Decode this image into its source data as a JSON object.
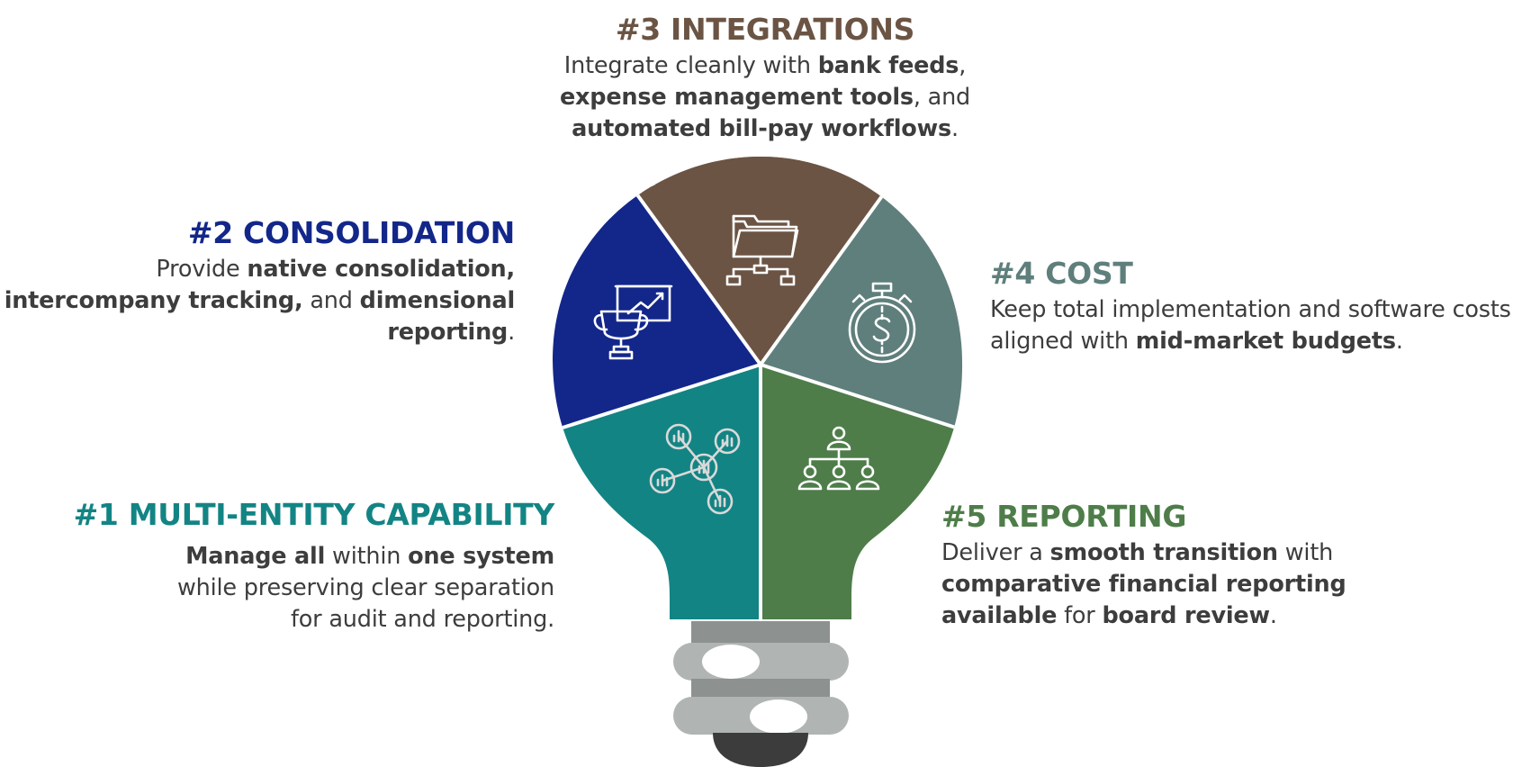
{
  "diagram": {
    "type": "lightbulb-pie",
    "segments": [
      {
        "id": "1",
        "color": "#138484",
        "icon": "network-chart-icon"
      },
      {
        "id": "2",
        "color": "#13278a",
        "icon": "trophy-presentation-icon"
      },
      {
        "id": "3",
        "color": "#6b5444",
        "icon": "folder-network-icon"
      },
      {
        "id": "4",
        "color": "#5f7f7c",
        "icon": "stopwatch-dollar-icon"
      },
      {
        "id": "5",
        "color": "#4e7d49",
        "icon": "org-chart-icon"
      }
    ],
    "base_colors": {
      "band_light": "#b0b5b4",
      "band_dark": "#8d9190",
      "cap": "#3c3c3c"
    }
  },
  "items": {
    "i3": {
      "title": "#3 INTEGRATIONS",
      "color": "#6b5444",
      "l1a": "Integrate cleanly with ",
      "l1b": "bank feeds",
      "l1c": ",",
      "l2a": "expense management tools",
      "l2b": ", and",
      "l3a": "automated bill-pay workflows",
      "l3b": "."
    },
    "i2": {
      "title": "#2 CONSOLIDATION",
      "color": "#13278a",
      "l1a": "Provide ",
      "l1b": "native consolidation,",
      "l2a": "intercompany tracking,",
      "l2b": " and ",
      "l2c": "dimensional",
      "l3a": "reporting",
      "l3b": "."
    },
    "i4": {
      "title": "#4 COST",
      "color": "#5f7f7c",
      "l1a": "Keep total implementation and software costs",
      "l2a": "aligned with ",
      "l2b": "mid-market budgets",
      "l2c": "."
    },
    "i1": {
      "title": "#1 MULTI-ENTITY CAPABILITY",
      "color": "#138484",
      "l1a": "Manage all",
      "l1b": " within ",
      "l1c": "one system",
      "l2a": "while preserving clear separation",
      "l3a": "for audit and reporting."
    },
    "i5": {
      "title": "#5 REPORTING",
      "color": "#4e7d49",
      "l1a": "Deliver a ",
      "l1b": "smooth transition",
      "l1c": " with",
      "l2a": "comparative financial reporting",
      "l3a": "available",
      "l3b": " for ",
      "l3c": "board review",
      "l3d": "."
    }
  }
}
